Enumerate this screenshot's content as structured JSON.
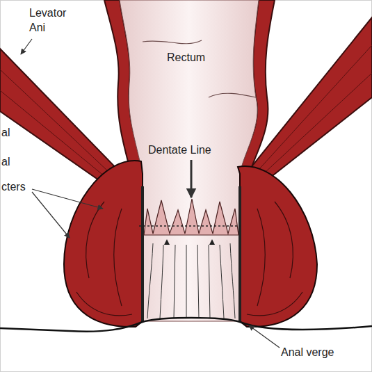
{
  "diagram": {
    "labels": [
      "Levator Ani",
      "Rectum",
      "Dentate Line",
      "al",
      "al",
      "cters",
      "Anal verge"
    ]
  }
}
